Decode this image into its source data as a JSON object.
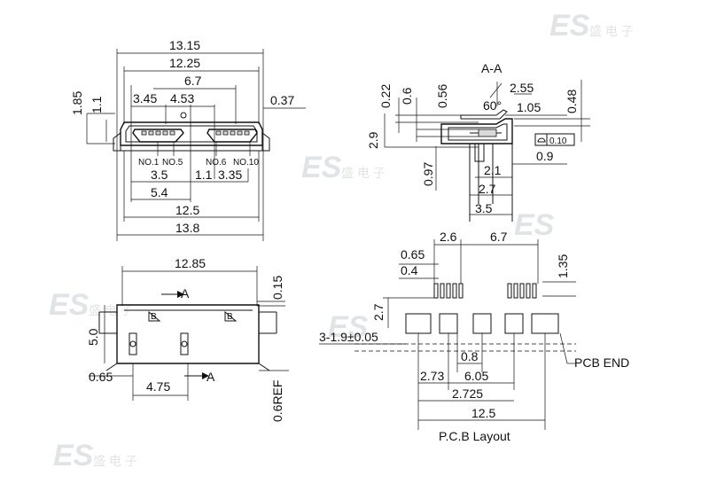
{
  "watermark": {
    "logo": "ES",
    "chars": "盛 电 子",
    "color": "#c9ced3"
  },
  "front_view": {
    "top_dims": [
      "13.15",
      "12.25",
      "6.7",
      "3.45",
      "4.53",
      "0.37"
    ],
    "left_dims": [
      "1.85",
      "1.1"
    ],
    "pin_labels": [
      "NO.1",
      "NO.5",
      "NO.6",
      "NO.10"
    ],
    "bottom_dims": [
      "3.5",
      "5.4",
      "1.1",
      "3.35",
      "12.5",
      "13.8"
    ]
  },
  "section_view": {
    "title": "A-A",
    "top_dims": [
      "0.22",
      "0.6",
      "0.56",
      "2.55",
      "60°",
      "1.05",
      "0.48"
    ],
    "left_dims": [
      "2.9",
      "0.97"
    ],
    "flatness": "0.10",
    "right_dims": [
      "0.9"
    ],
    "bottom_dims": [
      "2.1",
      "2.7",
      "3.5"
    ]
  },
  "bottom_view": {
    "top_dims": [
      "12.85",
      "0.15"
    ],
    "section_marks": [
      "A",
      "A"
    ],
    "pin_marks": [
      "B",
      "B"
    ],
    "left_dims": [
      "5.0"
    ],
    "bottom_dims": [
      "0.65",
      "4.75",
      "0.6REF"
    ]
  },
  "pcb_layout": {
    "top_dims": [
      "2.6",
      "6.7",
      "0.65",
      "0.4",
      "1.35"
    ],
    "left_dims": [
      "2.7"
    ],
    "pad_note": "3-1.9±0.05",
    "dims": [
      "0.8",
      "2.73",
      "6.05",
      "2.725",
      "12.5"
    ],
    "pcb_end": "PCB END",
    "caption": "P.C.B Layout"
  }
}
